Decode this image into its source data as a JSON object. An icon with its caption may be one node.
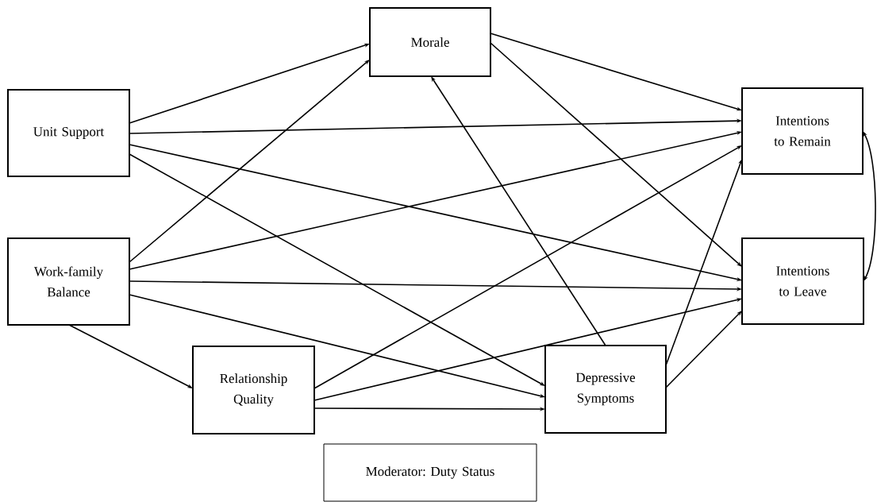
{
  "diagram": {
    "nodes": [
      {
        "text": [
          "Unit Support"
        ]
      },
      {
        "text": [
          "Morale"
        ]
      },
      {
        "text": [
          "Intentions to Remain"
        ]
      },
      {
        "text": [
          "Work-family Balance"
        ]
      },
      {
        "text": [
          "Intentions to Leave"
        ]
      },
      {
        "text": [
          "Relationship Quality"
        ]
      },
      {
        "text": [
          "Depressive Symptoms"
        ]
      },
      {
        "text": [
          "Moderator: Duty Status"
        ]
      }
    ],
    "edges": [
      {
        "from": 0,
        "to": 1,
        "arrow": "to"
      },
      {
        "from": 0,
        "to": 2,
        "arrow": "to"
      },
      {
        "from": 0,
        "to": 4,
        "arrow": "to"
      },
      {
        "from": 0,
        "to": 6,
        "arrow": "to"
      },
      {
        "from": 3,
        "to": 1,
        "arrow": "to"
      },
      {
        "from": 3,
        "to": 2,
        "arrow": "to"
      },
      {
        "from": 3,
        "to": 4,
        "arrow": "to"
      },
      {
        "from": 3,
        "to": 6,
        "arrow": "to"
      },
      {
        "from": 3,
        "to": 5,
        "arrow": "to"
      },
      {
        "from": 5,
        "to": 2,
        "arrow": "to"
      },
      {
        "from": 5,
        "to": 4,
        "arrow": "to"
      },
      {
        "from": 5,
        "to": 6,
        "arrow": "to"
      },
      {
        "from": 6,
        "to": 1,
        "arrow": "to"
      },
      {
        "from": 6,
        "to": 2,
        "arrow": "to"
      },
      {
        "from": 6,
        "to": 4,
        "arrow": "to"
      },
      {
        "from": 1,
        "to": 2,
        "arrow": "to"
      },
      {
        "from": 1,
        "to": 4,
        "arrow": "to"
      },
      {
        "from": 2,
        "to": 4,
        "arrow": "both"
      }
    ]
  }
}
